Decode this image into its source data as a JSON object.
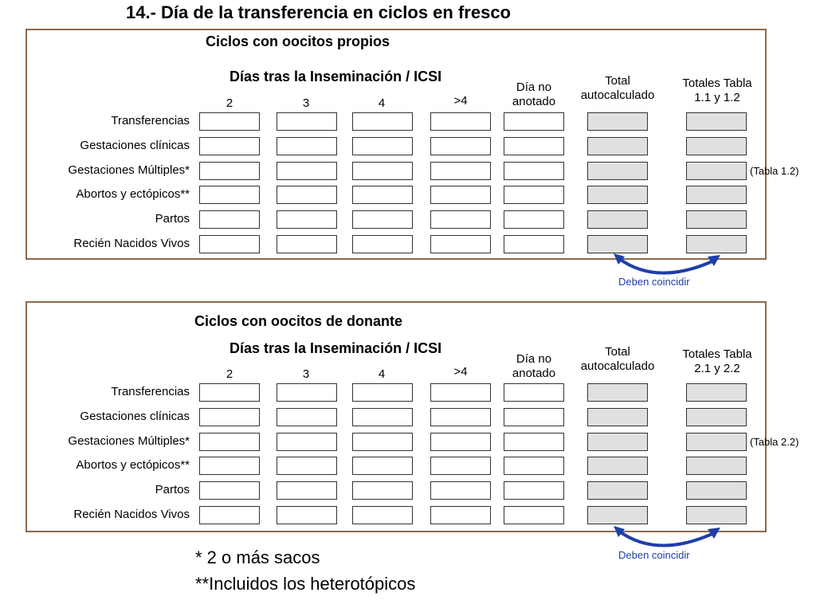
{
  "title": "14.- Día de la transferencia en ciclos en fresco",
  "columns": {
    "d2": "2",
    "d3": "3",
    "d4": "4",
    "gt4": ">4",
    "no_anotado_l1": "Día no",
    "no_anotado_l2": "anotado",
    "total_l1": "Total",
    "total_l2": "autocalculado"
  },
  "row_labels": [
    "Transferencias",
    "Gestaciones clínicas",
    "Gestaciones Múltiples*",
    "Abortos y ectópicos**",
    "Partos",
    "Recién Nacidos Vivos"
  ],
  "section1": {
    "subtitle": "Ciclos con oocitos propios",
    "dias_header": "Días tras la Inseminación / ICSI",
    "totales_l1": "Totales Tabla",
    "totales_l2": "1.1 y 1.2",
    "tabla_ref": "(Tabla 1.2)",
    "match_label": "Deben coincidir"
  },
  "section2": {
    "subtitle": "Ciclos con oocitos de donante",
    "dias_header": "Días tras la Inseminación / ICSI",
    "totales_l1": "Totales Tabla",
    "totales_l2": "2.1 y 2.2",
    "tabla_ref": "(Tabla 2.2)",
    "match_label": "Deben coincidir"
  },
  "notes": {
    "n1": "* 2 o más sacos",
    "n2": "**Incluidos los heterotópicos"
  },
  "colors": {
    "border": "#8b6a4e",
    "calc_fill": "#e0e0e0",
    "arrow": "#1f3ea8"
  }
}
